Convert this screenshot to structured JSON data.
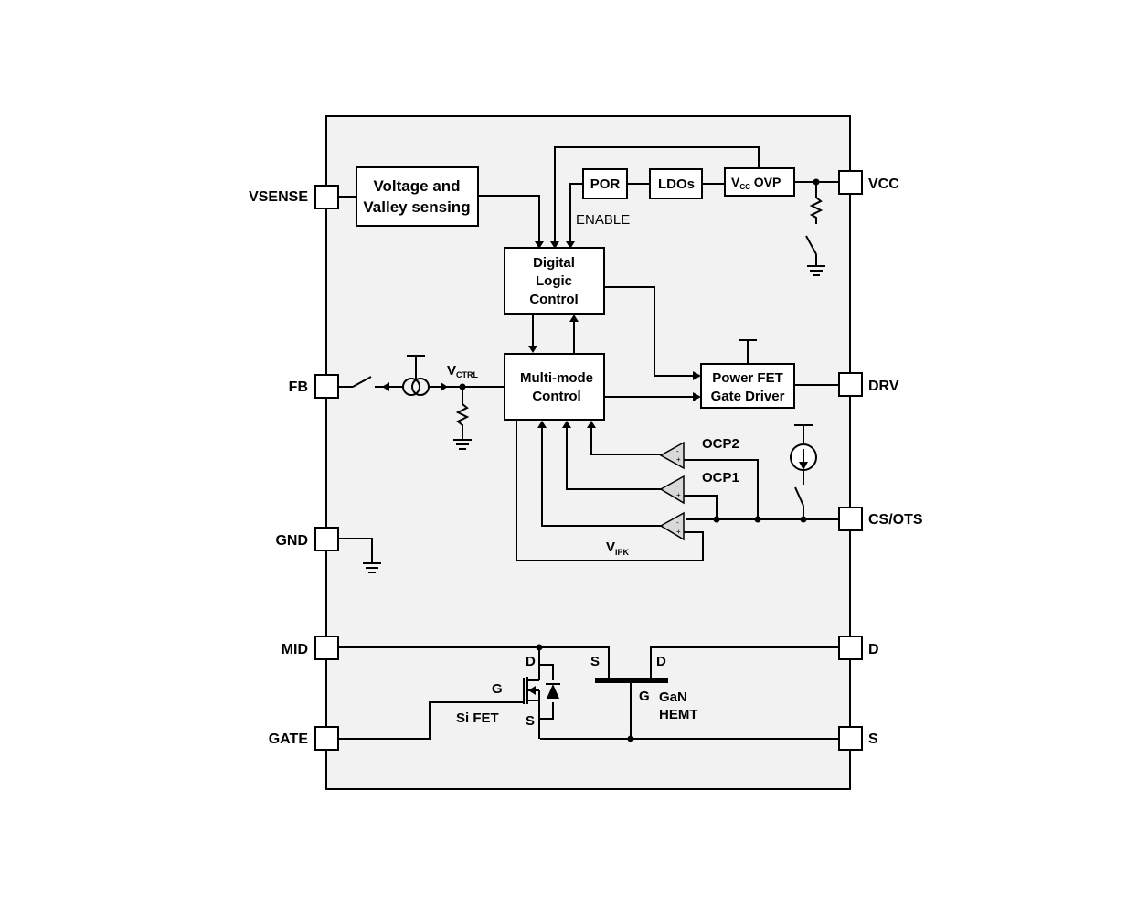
{
  "pins_left": {
    "vsense": "VSENSE",
    "fb": "FB",
    "gnd": "GND",
    "mid": "MID",
    "gate": "GATE"
  },
  "pins_right": {
    "vcc": "VCC",
    "drv": "DRV",
    "cs_ots": "CS/OTS",
    "d": "D",
    "s": "S"
  },
  "blocks": {
    "voltage_sensing_line1": "Voltage and",
    "voltage_sensing_line2": "Valley sensing",
    "por": "POR",
    "ldos": "LDOs",
    "vcc_ovp_main": "V",
    "vcc_ovp_sub": "CC",
    "vcc_ovp_suffix": " OVP",
    "digital_logic_line1": "Digital",
    "digital_logic_line2": "Logic",
    "digital_logic_line3": "Control",
    "multimode_line1": "Multi-mode",
    "multimode_line2": "Control",
    "gate_driver_line1": "Power FET",
    "gate_driver_line2": "Gate Driver"
  },
  "labels": {
    "enable": "ENABLE",
    "vctrl_main": "V",
    "vctrl_sub": "CTRL",
    "vipk_main": "V",
    "vipk_sub": "IPK",
    "ocp2": "OCP2",
    "ocp1": "OCP1",
    "comparator_minus": "-",
    "comparator_plus": "+",
    "si_fet_d": "D",
    "si_fet_g": "G",
    "si_fet_s": "S",
    "si_fet_name": "Si FET",
    "gan_s": "S",
    "gan_d": "D",
    "gan_g": "G",
    "gan_name_line1": "GaN",
    "gan_name_line2": "HEMT"
  }
}
